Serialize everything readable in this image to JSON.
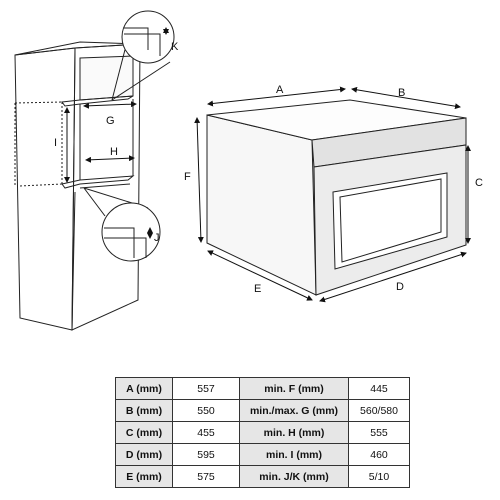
{
  "labels": {
    "a": "A",
    "b": "B",
    "c": "C",
    "d": "D",
    "e": "E",
    "f": "F",
    "g": "G",
    "h": "H",
    "i": "I",
    "j": "J",
    "k": "K"
  },
  "table": {
    "rows": [
      {
        "key1": "A (mm)",
        "val1": "557",
        "key2": "min. F (mm)",
        "val2": "445"
      },
      {
        "key1": "B (mm)",
        "val1": "550",
        "key2": "min./max. G (mm)",
        "val2": "560/580"
      },
      {
        "key1": "C (mm)",
        "val1": "455",
        "key2": "min. H (mm)",
        "val2": "555"
      },
      {
        "key1": "D (mm)",
        "val1": "595",
        "key2": "min. I (mm)",
        "val2": "460"
      },
      {
        "key1": "E (mm)",
        "val1": "575",
        "key2": "min. J/K (mm)",
        "val2": "5/10"
      }
    ]
  }
}
